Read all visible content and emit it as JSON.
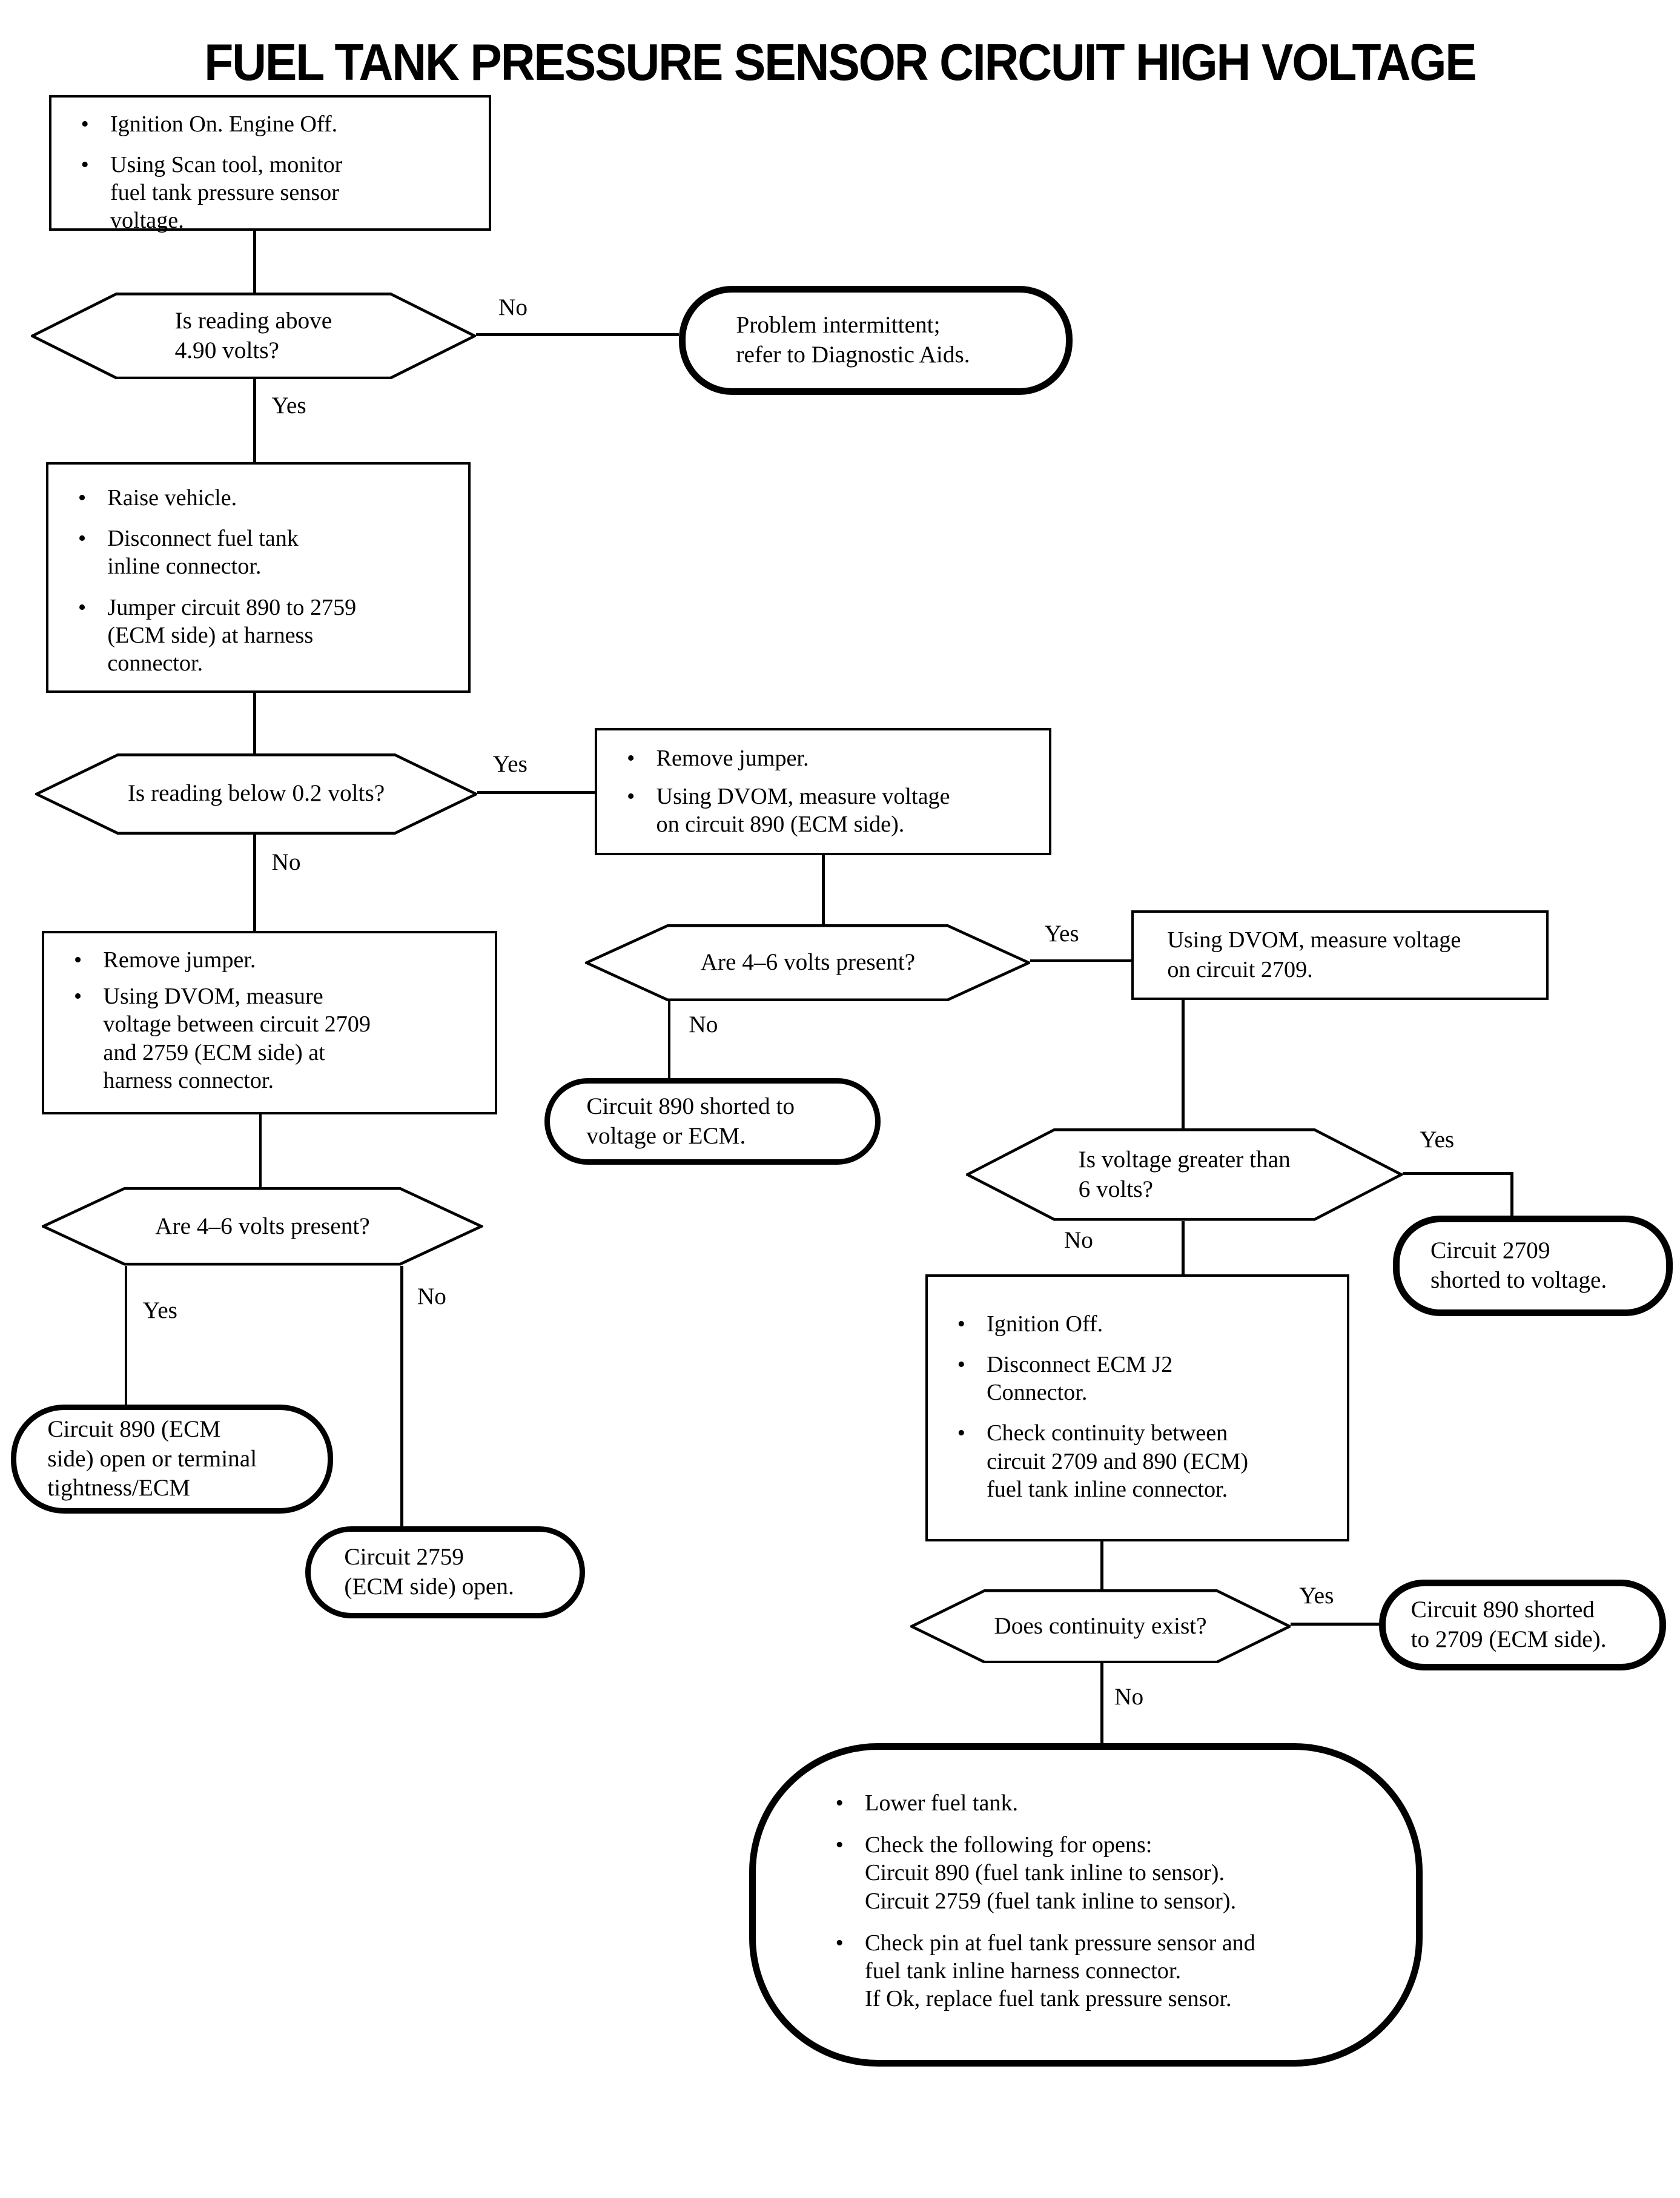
{
  "title": "FUEL TANK PRESSURE SENSOR CIRCUIT HIGH VOLTAGE",
  "labels": {
    "yes": "Yes",
    "no": "No"
  },
  "nodes": {
    "start": {
      "items": [
        "Ignition On. Engine Off.",
        "Using Scan tool, monitor\nfuel tank pressure sensor\nvoltage."
      ]
    },
    "d1": {
      "question": "Is reading above\n4.90 volts?"
    },
    "t1": {
      "text": "Problem intermittent;\nrefer to Diagnostic Aids."
    },
    "p2": {
      "items": [
        "Raise vehicle.",
        "Disconnect fuel tank\ninline connector.",
        "Jumper circuit 890 to 2759\n(ECM side) at harness\nconnector."
      ]
    },
    "d2": {
      "question": "Is reading below 0.2 volts?"
    },
    "p3": {
      "items": [
        "Remove jumper.",
        "Using DVOM, measure voltage\non circuit 890 (ECM side)."
      ]
    },
    "d3": {
      "question": "Are 4–6 volts present?"
    },
    "p4": {
      "items": [
        "Remove jumper.",
        "Using DVOM, measure\nvoltage between circuit 2709\nand 2759 (ECM side) at\nharness connector."
      ]
    },
    "p5": {
      "text": "Using DVOM, measure voltage\non circuit 2709."
    },
    "t2": {
      "text": "Circuit 890 shorted to\nvoltage or ECM."
    },
    "d4": {
      "question": "Is voltage greater than\n6 volts?"
    },
    "t3": {
      "text": "Circuit 2709\nshorted to voltage."
    },
    "p6": {
      "items": [
        "Ignition Off.",
        "Disconnect ECM J2\nConnector.",
        "Check continuity between\ncircuit 2709 and 890 (ECM)\nfuel tank inline connector."
      ]
    },
    "d5": {
      "question": "Does continuity exist?"
    },
    "t4": {
      "text": "Circuit 890 shorted\nto 2709 (ECM side)."
    },
    "d6": {
      "question": "Are 4–6 volts present?"
    },
    "t5": {
      "text": "Circuit 890 (ECM\nside) open or terminal\ntightness/ECM"
    },
    "t6": {
      "text": "Circuit 2759\n(ECM side) open."
    },
    "t7": {
      "items": [
        "Lower fuel tank.",
        "Check the following for opens:\nCircuit 890 (fuel tank inline to sensor).\nCircuit 2759 (fuel tank inline to sensor).",
        "Check pin at fuel tank pressure sensor and\nfuel tank inline harness connector.\nIf Ok, replace fuel tank pressure sensor."
      ]
    }
  }
}
